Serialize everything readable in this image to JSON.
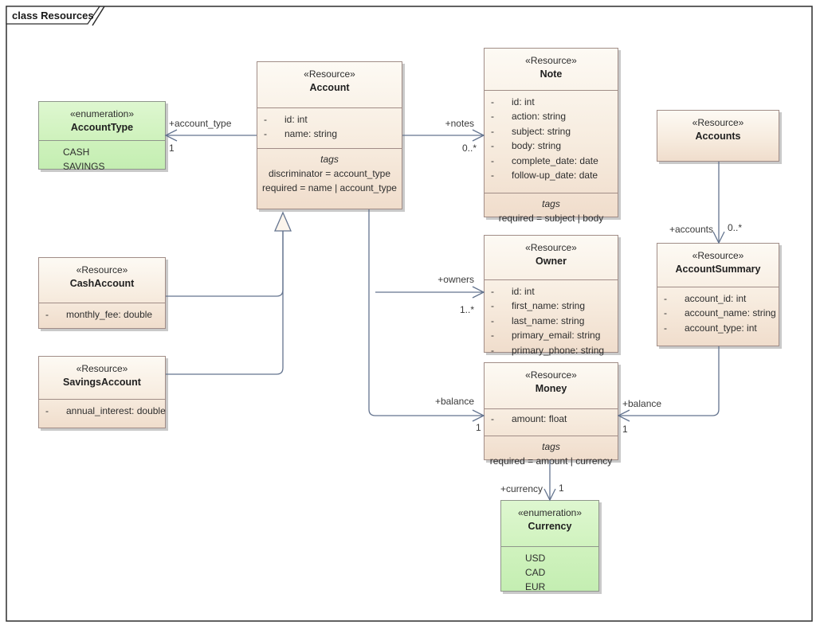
{
  "frame": {
    "title": "class Resources"
  },
  "ui": {
    "visibility_marker": "-"
  },
  "colors": {
    "resource_fill_top": "#fdfaf4",
    "resource_fill_bottom": "#f0ddcc",
    "resource_border": "#a18d87",
    "enum_fill_top": "#def7d0",
    "enum_fill_bottom": "#c4eeb2",
    "enum_border": "#8f968b",
    "connector": "#64748f",
    "frame_border": "#2e2e2e",
    "shadow": "#c9c9c9"
  },
  "classes": {
    "account_type": {
      "stereotype": "«enumeration»",
      "name": "AccountType",
      "literals": [
        "CASH",
        "SAVINGS"
      ]
    },
    "account": {
      "stereotype": "«Resource»",
      "name": "Account",
      "attributes": [
        "id: int",
        "name: string"
      ],
      "tags_title": "tags",
      "tags": [
        "discriminator = account_type",
        "required = name | account_type"
      ]
    },
    "note": {
      "stereotype": "«Resource»",
      "name": "Note",
      "attributes": [
        "id: int",
        "action: string",
        "subject: string",
        "body: string",
        "complete_date: date",
        "follow-up_date: date"
      ],
      "tags_title": "tags",
      "tags": [
        "required = subject | body"
      ]
    },
    "accounts": {
      "stereotype": "«Resource»",
      "name": "Accounts"
    },
    "account_summary": {
      "stereotype": "«Resource»",
      "name": "AccountSummary",
      "attributes": [
        "account_id: int",
        "account_name: string",
        "account_type: int"
      ]
    },
    "cash_account": {
      "stereotype": "«Resource»",
      "name": "CashAccount",
      "attributes": [
        "monthly_fee: double"
      ]
    },
    "savings_account": {
      "stereotype": "«Resource»",
      "name": "SavingsAccount",
      "attributes": [
        "annual_interest: double"
      ]
    },
    "owner": {
      "stereotype": "«Resource»",
      "name": "Owner",
      "attributes": [
        "id: int",
        "first_name: string",
        "last_name: string",
        "primary_email: string",
        "primary_phone: string"
      ]
    },
    "money": {
      "stereotype": "«Resource»",
      "name": "Money",
      "attributes": [
        "amount: float"
      ],
      "tags_title": "tags",
      "tags": [
        "required = amount | currency"
      ]
    },
    "currency": {
      "stereotype": "«enumeration»",
      "name": "Currency",
      "literals": [
        "USD",
        "CAD",
        "EUR"
      ]
    }
  },
  "connectors": {
    "account_type": {
      "role": "+account_type",
      "multiplicity": "1"
    },
    "notes": {
      "role": "+notes",
      "multiplicity": "0..*"
    },
    "owners": {
      "role": "+owners",
      "multiplicity": "1..*"
    },
    "balance_from_account": {
      "role": "+balance",
      "multiplicity": "1"
    },
    "balance_from_summary": {
      "role": "+balance",
      "multiplicity": "1"
    },
    "accounts": {
      "role": "+accounts",
      "multiplicity": "0..*"
    },
    "currency": {
      "role": "+currency",
      "multiplicity": "1"
    }
  }
}
